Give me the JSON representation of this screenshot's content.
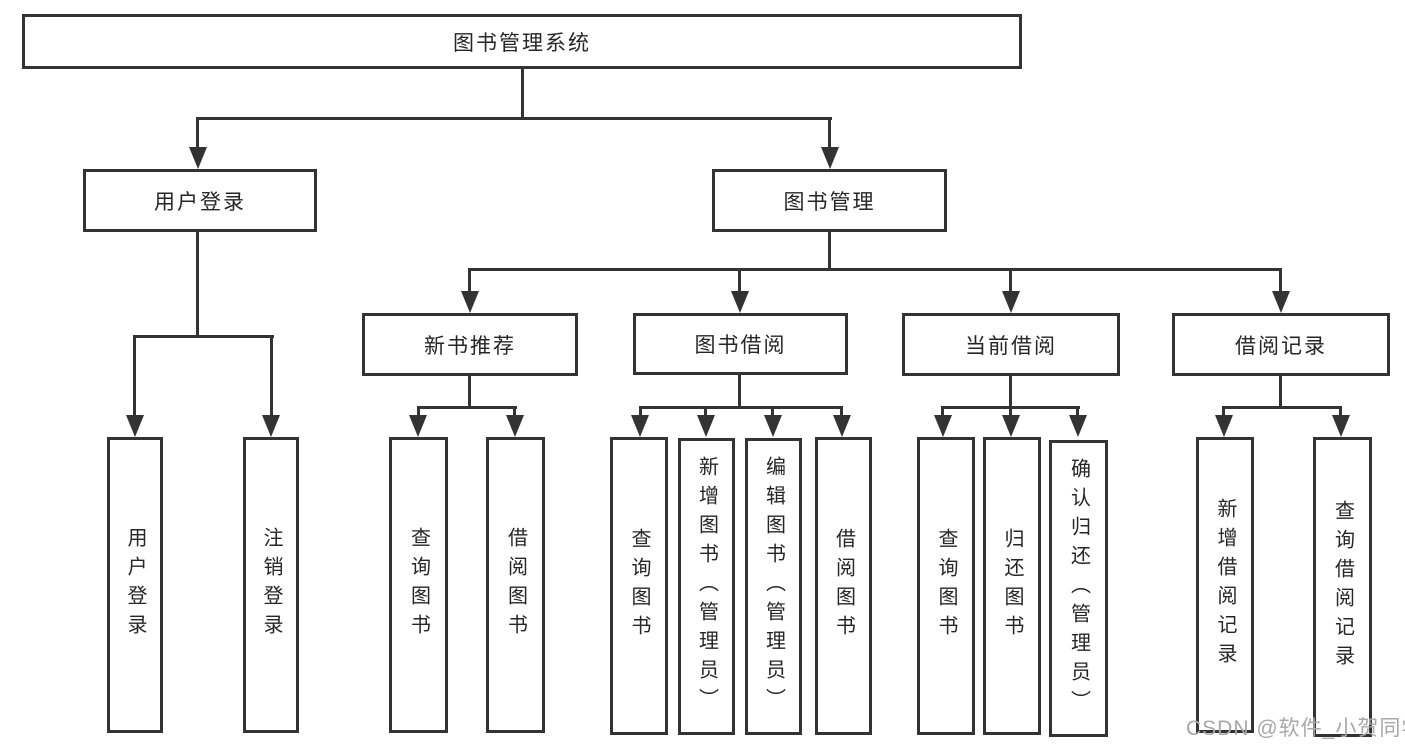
{
  "diagram": {
    "root": "图书管理系统",
    "level2": {
      "user_login": "用户登录",
      "book_mgmt": "图书管理"
    },
    "level3": {
      "new_book": "新书推荐",
      "book_borrow": "图书借阅",
      "current_borrow": "当前借阅",
      "borrow_record": "借阅记录"
    },
    "leaves": {
      "login": "用户登录",
      "logout": "注销登录",
      "nb_query": "查询图书",
      "nb_borrow": "借阅图书",
      "bb_query": "查询图书",
      "bb_add": "新增图书（管理员）",
      "bb_edit": "编辑图书（管理员）",
      "bb_borrow": "借阅图书",
      "cb_query": "查询图书",
      "cb_return": "归还图书",
      "cb_confirm": "确认归还（管理员）",
      "br_add": "新增借阅记录",
      "br_query": "查询借阅记录"
    }
  },
  "colors": {
    "line": "#333333",
    "text": "#262626",
    "watermark": "#a8a8a8",
    "background": "#ffffff"
  },
  "watermark": "CSDN @软件_小贺同学"
}
